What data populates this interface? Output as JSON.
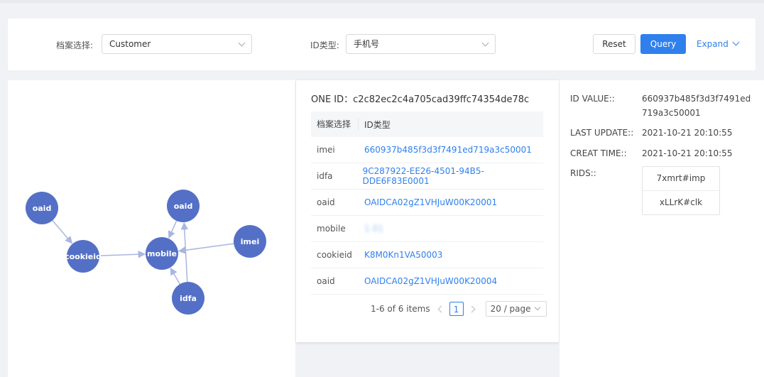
{
  "filter": {
    "archive_label": "档案选择:",
    "archive_value": "Customer",
    "idtype_label": "ID类型:",
    "idtype_value": "手机号",
    "reset_label": "Reset",
    "query_label": "Query",
    "expand_label": "Expand"
  },
  "graph": {
    "nodes": [
      {
        "id": "oaid1",
        "label": "oaid"
      },
      {
        "id": "cookieid",
        "label": "cookieid"
      },
      {
        "id": "mobile",
        "label": "mobile"
      },
      {
        "id": "oaid2",
        "label": "oaid"
      },
      {
        "id": "imei",
        "label": "imei"
      },
      {
        "id": "idfa",
        "label": "idfa"
      }
    ],
    "edges": [
      [
        "oaid1",
        "cookieid"
      ],
      [
        "cookieid",
        "mobile"
      ],
      [
        "oaid2",
        "mobile"
      ],
      [
        "imei",
        "mobile"
      ],
      [
        "idfa",
        "mobile"
      ],
      [
        "idfa",
        "oaid2"
      ]
    ],
    "node_color": "#5470c6",
    "edge_color": "#aab6e0"
  },
  "card": {
    "oneid_text": "ONE ID：c2c82ec2c4a705cad39ffc74354de78c",
    "columns": [
      "档案选择",
      "ID类型"
    ],
    "rows": [
      {
        "type": "imei",
        "value": "660937b485f3d3f7491ed719a3c50001"
      },
      {
        "type": "idfa",
        "value": "9C287922-EE26-4501-94B5-DDE6F83E0001"
      },
      {
        "type": "oaid",
        "value": "OAIDCA02gZ1VHJuW00K20001"
      },
      {
        "type": "mobile",
        "value": "1        01"
      },
      {
        "type": "cookieid",
        "value": "K8M0Kn1VA50003"
      },
      {
        "type": "oaid",
        "value": "OAIDCA02gZ1VHJuW00K20004"
      }
    ],
    "pagination": {
      "summary": "1-6 of 6 items",
      "current_page": "1",
      "page_size": "20 / page"
    }
  },
  "info": {
    "id_value_label": "ID VALUE::",
    "id_value_line1": "660937b485f3d3f7491ed",
    "id_value_line2": "719a3c50001",
    "last_update_label": "LAST UPDATE::",
    "last_update_value": "2021-10-21 20:10:55",
    "creat_time_label": "CREAT TIME::",
    "creat_time_value": "2021-10-21 20:10:55",
    "rids_label": "RIDS::",
    "rids": [
      "7xmrt#imp",
      "xLLrK#clk"
    ]
  }
}
